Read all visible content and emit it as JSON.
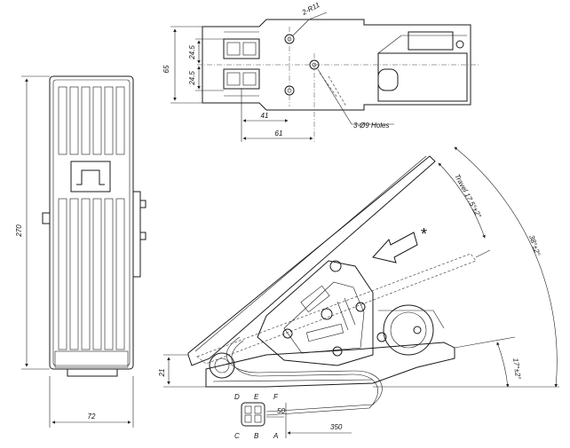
{
  "top_view": {
    "radius_label": "2-R11",
    "dim_pitch_upper": "24.5",
    "dim_pitch_lower": "24.5",
    "dim_height": "65",
    "dim_41": "41",
    "dim_61": "61",
    "holes_label": "3-Ø9 Holes"
  },
  "front_view": {
    "dim_height": "270",
    "dim_width": "72"
  },
  "side_view": {
    "travel_label": "Travel 17.5°±2°",
    "angle_label": "38°±2°",
    "base_angle_label": "17°±2°",
    "dim_21": "21",
    "dim_50": "50",
    "dim_350": "350",
    "asterisk": "*"
  },
  "connector": {
    "pin_d": "D",
    "pin_e": "E",
    "pin_f": "F",
    "pin_c": "C",
    "pin_b": "B",
    "pin_a": "A"
  }
}
